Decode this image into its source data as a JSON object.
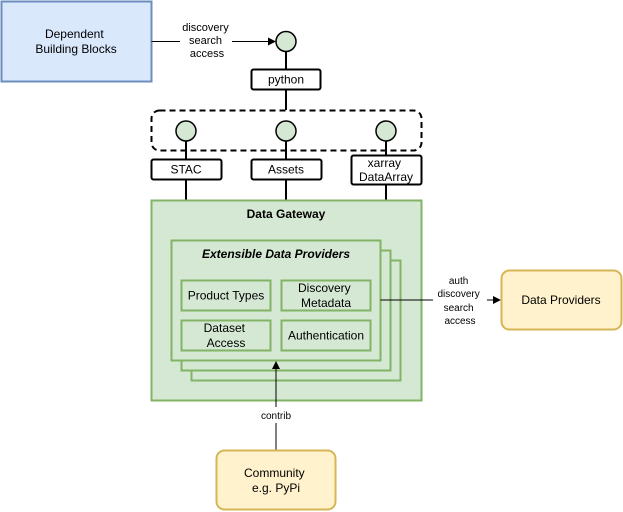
{
  "nodes": {
    "dependent": {
      "lines": [
        "Dependent",
        "Building Blocks"
      ]
    },
    "python": {
      "label": "python"
    },
    "stac": {
      "label": "STAC"
    },
    "assets": {
      "label": "Assets"
    },
    "xarray": {
      "lines": [
        "xarray",
        "DataArray"
      ]
    },
    "gateway": {
      "title": "Data Gateway"
    },
    "extensible": {
      "title": "Extensible Data Providers"
    },
    "product_types": {
      "label": "Product Types"
    },
    "discovery_metadata": {
      "lines": [
        "Discovery",
        "Metadata"
      ]
    },
    "dataset_access": {
      "lines": [
        "Dataset",
        "Access"
      ]
    },
    "authentication": {
      "label": "Authentication"
    },
    "data_providers": {
      "label": "Data Providers"
    },
    "community": {
      "lines": [
        "Community",
        "e.g. PyPi"
      ]
    }
  },
  "edges": {
    "top": {
      "lines": [
        "discovery",
        "search",
        "access"
      ]
    },
    "providers": {
      "lines": [
        "auth",
        "discovery",
        "search",
        "access"
      ]
    },
    "community": {
      "label": "contrib"
    }
  },
  "colors": {
    "blue_fill": "#dae8fc",
    "blue_stroke": "#6c8ebf",
    "green_fill": "#d5e8d4",
    "green_stroke": "#82b366",
    "yellow_fill": "#fff2cc",
    "yellow_stroke": "#d6b656"
  }
}
